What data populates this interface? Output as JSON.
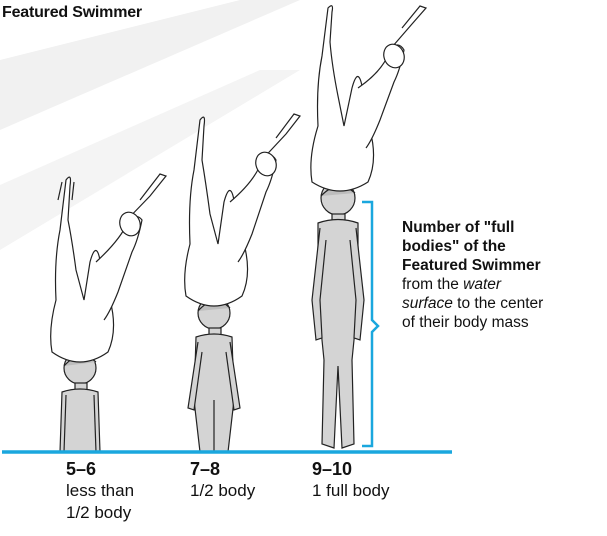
{
  "title": "Featured Swimmer",
  "annotation": {
    "line1": "Number of \"full",
    "line2": "bodies\" of the",
    "line3": "Featured Swimmer",
    "line4_pre": "from the ",
    "line4_em": "water",
    "line5_em": "surface",
    "line5_post": " to the center",
    "line6": "of their body mass"
  },
  "levels": [
    {
      "score": "5–6",
      "desc": [
        "less than",
        "1/2 body"
      ]
    },
    {
      "score": "7–8",
      "desc": [
        "1/2 body"
      ]
    },
    {
      "score": "9–10",
      "desc": [
        "1 full body"
      ]
    }
  ],
  "colors": {
    "water": "#1aa7de",
    "bracket": "#1aa7de",
    "body_fill": "#d4d4d4",
    "outline": "#222222",
    "watermark": "#f1f1f1"
  }
}
